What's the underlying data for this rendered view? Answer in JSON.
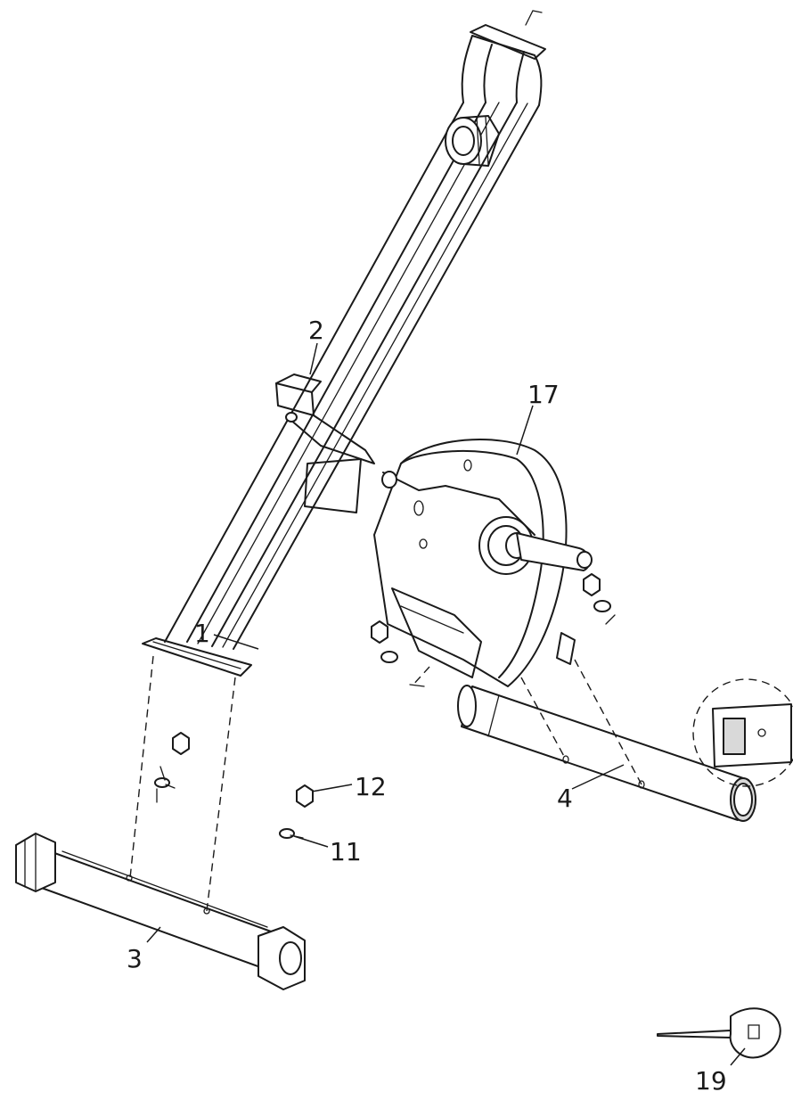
{
  "diagram": {
    "type": "exploded-assembly-drawing",
    "callouts": [
      {
        "id": "frame",
        "label": "1"
      },
      {
        "id": "seat-post-bracket",
        "label": "2"
      },
      {
        "id": "front-stabilizer",
        "label": "3"
      },
      {
        "id": "rear-stabilizer",
        "label": "4"
      },
      {
        "id": "washer",
        "label": "11"
      },
      {
        "id": "nut",
        "label": "12"
      },
      {
        "id": "flywheel-housing",
        "label": "17"
      },
      {
        "id": "wrench",
        "label": "19"
      }
    ]
  }
}
